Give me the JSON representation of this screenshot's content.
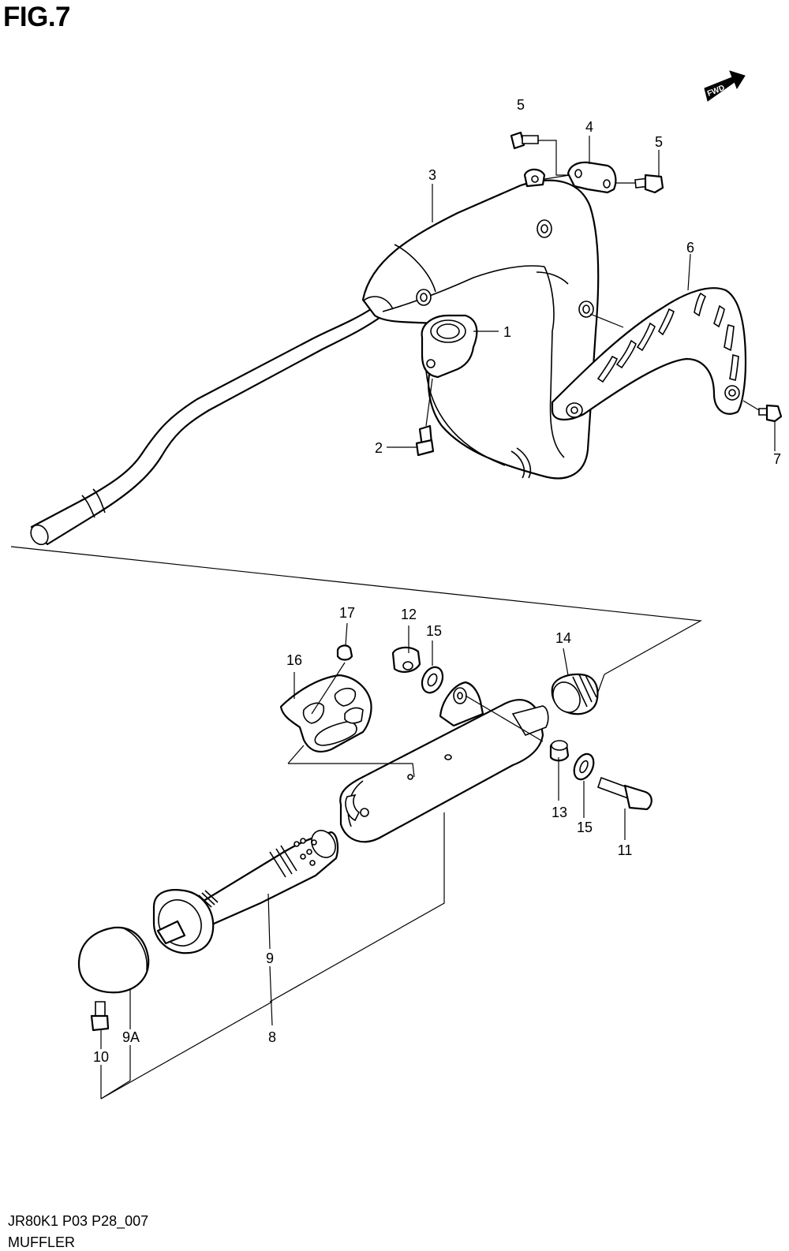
{
  "figure_title": "FIG.7",
  "drawing_code": "JR80K1 P03 P28_007",
  "caption": "MUFFLER",
  "fwd_label": "FWD",
  "callouts": [
    {
      "id": "c1",
      "text": "1"
    },
    {
      "id": "c2",
      "text": "2"
    },
    {
      "id": "c3",
      "text": "3"
    },
    {
      "id": "c4",
      "text": "4"
    },
    {
      "id": "c5a",
      "text": "5"
    },
    {
      "id": "c5b",
      "text": "5"
    },
    {
      "id": "c6",
      "text": "6"
    },
    {
      "id": "c7",
      "text": "7"
    },
    {
      "id": "c8",
      "text": "8"
    },
    {
      "id": "c9",
      "text": "9"
    },
    {
      "id": "c9a",
      "text": "9A"
    },
    {
      "id": "c10",
      "text": "10"
    },
    {
      "id": "c11",
      "text": "11"
    },
    {
      "id": "c12",
      "text": "12"
    },
    {
      "id": "c13",
      "text": "13"
    },
    {
      "id": "c14",
      "text": "14"
    },
    {
      "id": "c15a",
      "text": "15"
    },
    {
      "id": "c15b",
      "text": "15"
    },
    {
      "id": "c16",
      "text": "16"
    },
    {
      "id": "c17",
      "text": "17"
    }
  ]
}
